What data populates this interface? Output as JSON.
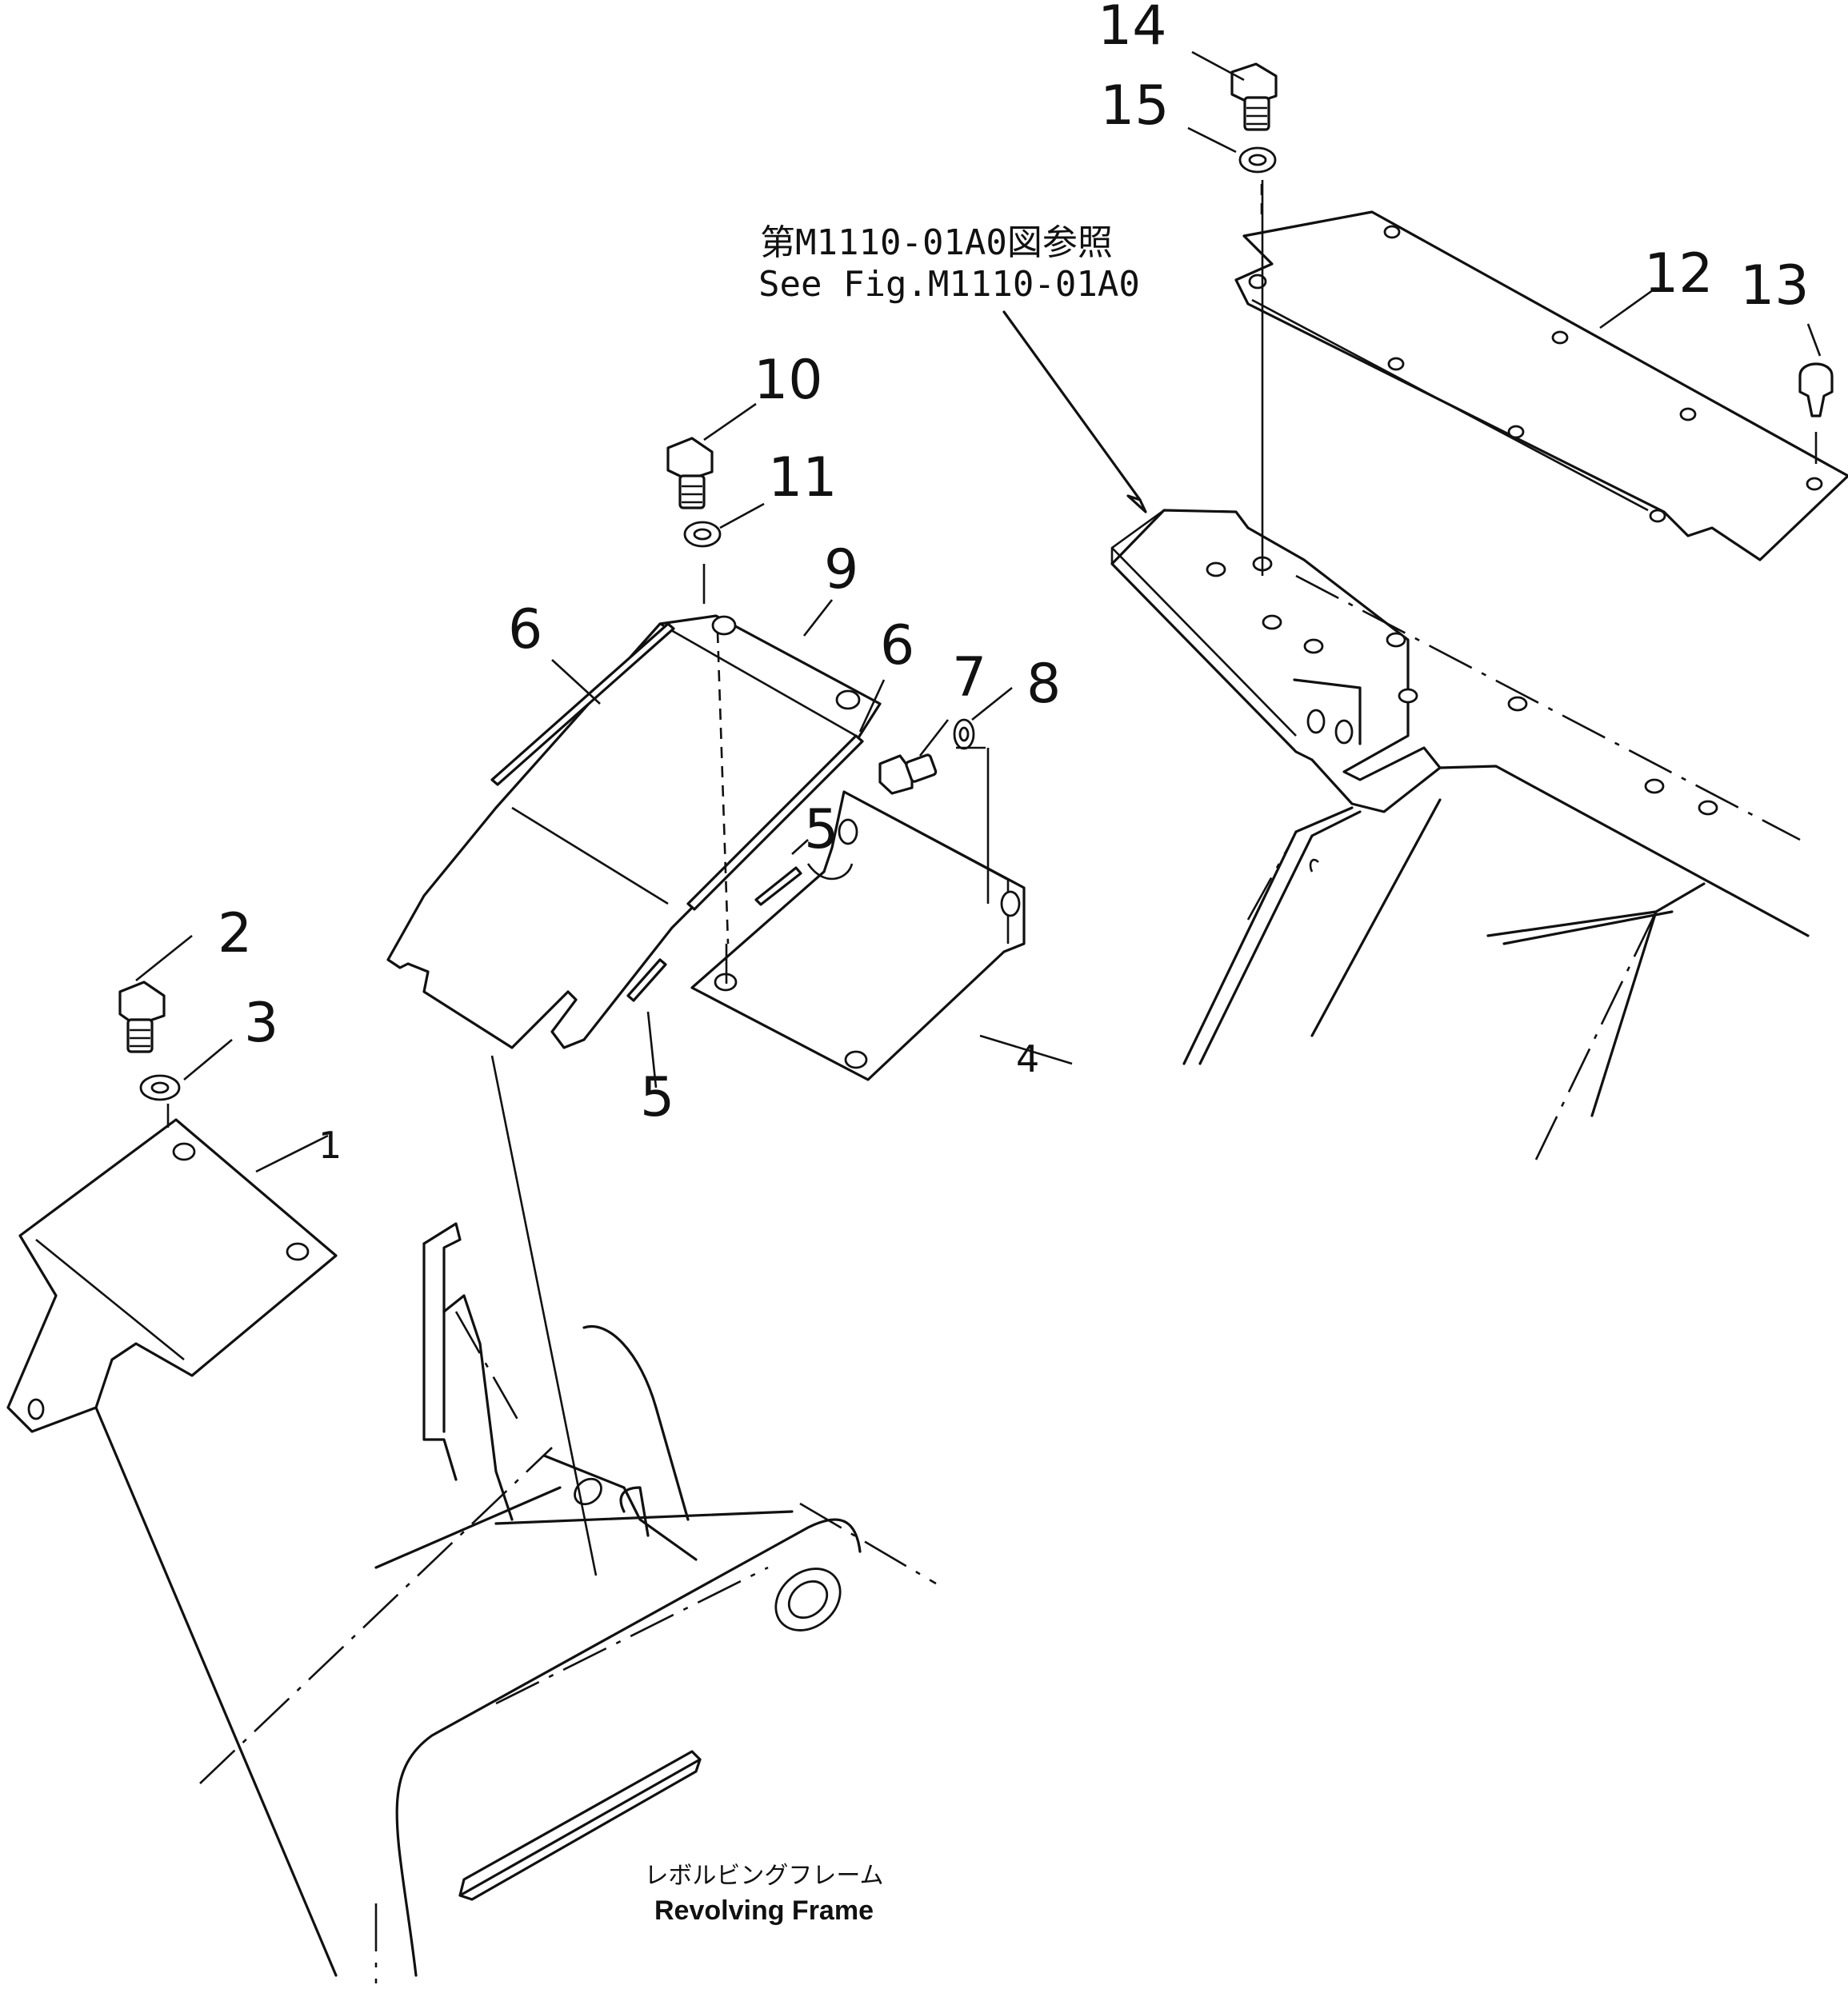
{
  "callouts": {
    "c1": "1",
    "c2": "2",
    "c3": "3",
    "c4": "4",
    "c5a": "5",
    "c5b": "5",
    "c6a": "6",
    "c6b": "6",
    "c7": "7",
    "c8": "8",
    "c9": "9",
    "c10": "10",
    "c11": "11",
    "c12": "12",
    "c13": "13",
    "c14": "14",
    "c15": "15"
  },
  "reference": {
    "jp": "第M1110-01A0図参照",
    "en": "See Fig.M1110-01A0"
  },
  "frame_label": {
    "jp": "レボルビングフレーム",
    "en": "Revolving Frame"
  }
}
